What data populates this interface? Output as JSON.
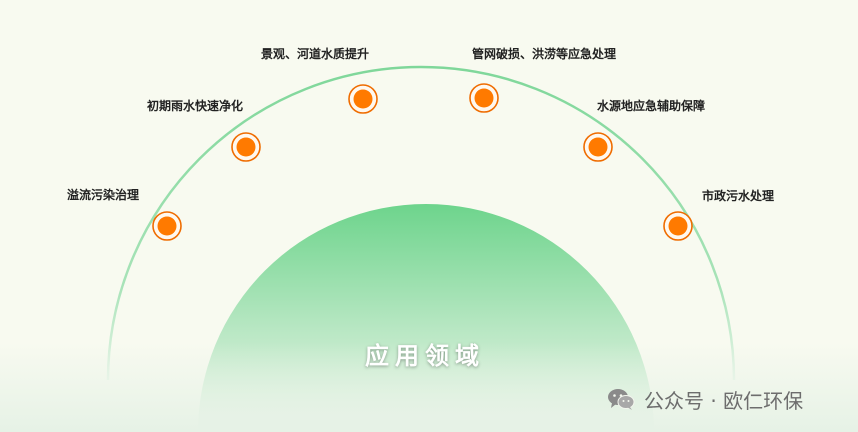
{
  "center_title": "应用领域",
  "nodes": [
    {
      "label": "溢流污染治理"
    },
    {
      "label": "初期雨水快速净化"
    },
    {
      "label": "景观、河道水质提升"
    },
    {
      "label": "管网破损、洪涝等应急处理"
    },
    {
      "label": "水源地应急辅助保障"
    },
    {
      "label": "市政污水处理"
    }
  ],
  "watermark": {
    "text": "公众号 · 欧仁环保",
    "icon": "wechat-icon"
  },
  "colors": {
    "background": "#f8faf0",
    "arc": "#7fd79a",
    "dome_top": "#6dd48c",
    "dome_bottom": "#eef7ea",
    "node_fill": "#ff7a00",
    "node_ring": "#ef6c00",
    "label_text": "#222222",
    "title_text": "#ffffff",
    "watermark_text": "#6d6d6d"
  }
}
